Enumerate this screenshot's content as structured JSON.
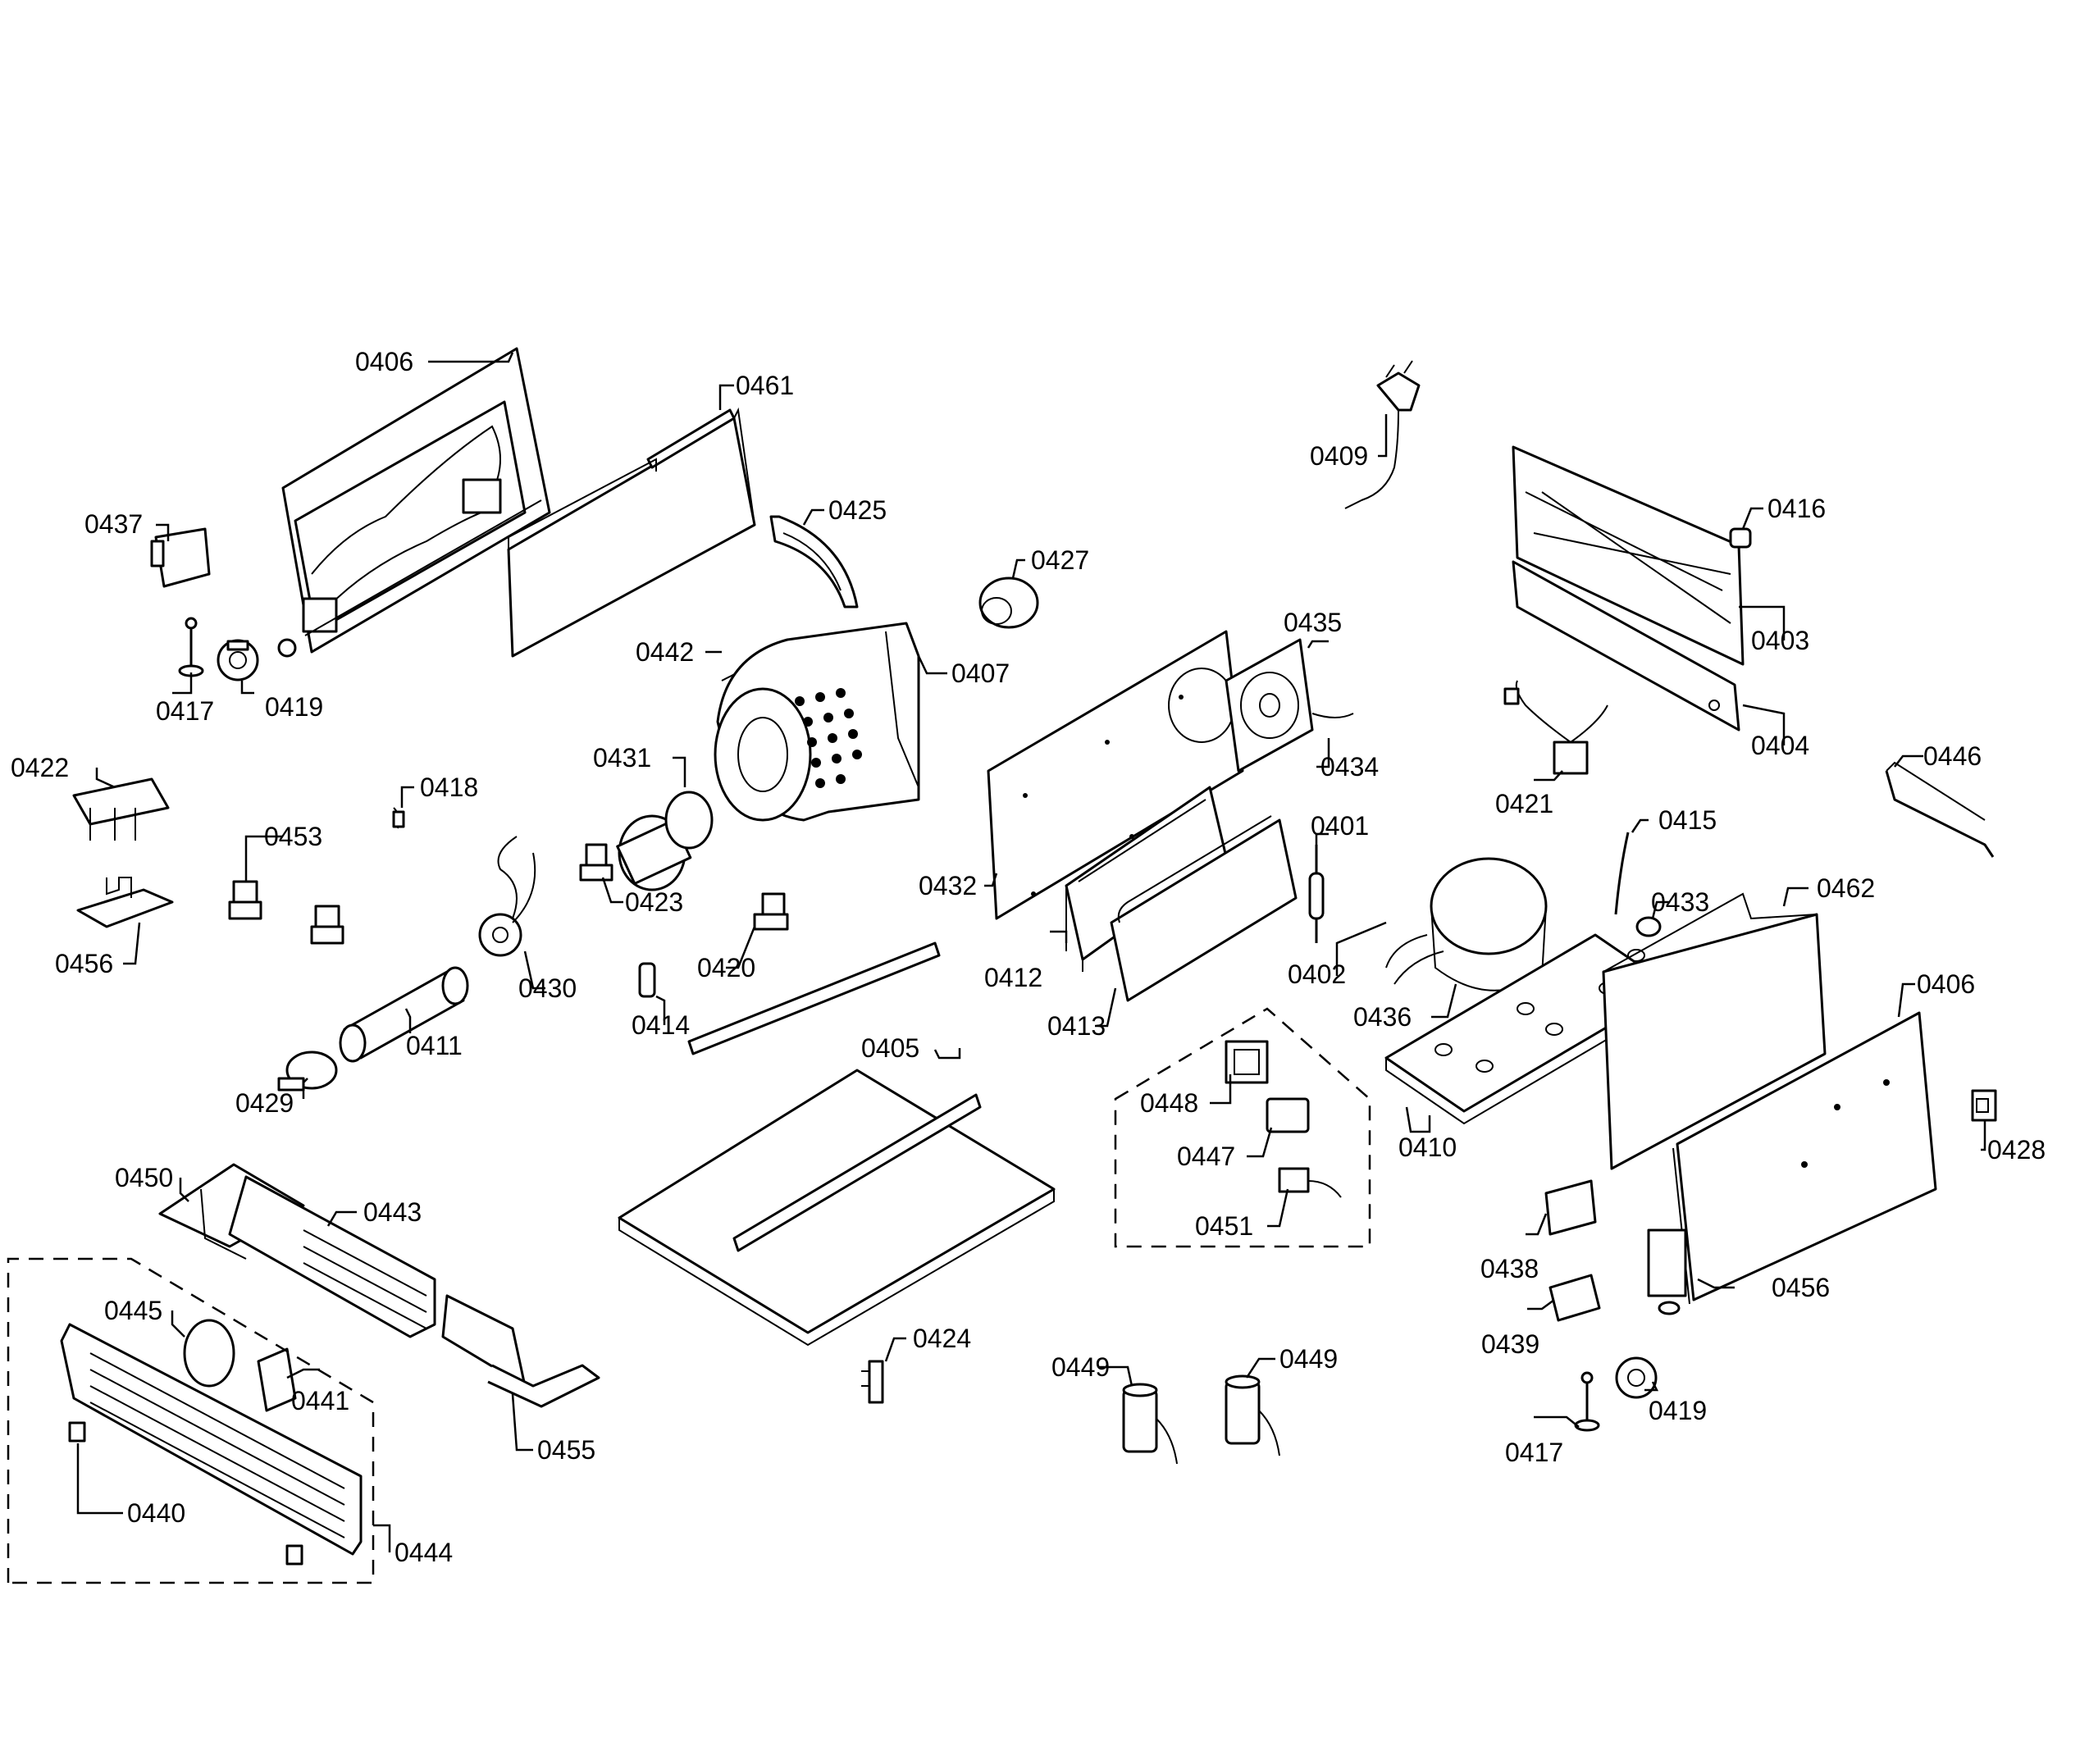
{
  "diagram": {
    "callouts": [
      {
        "id": "c0406a",
        "text": "0406"
      },
      {
        "id": "c0461",
        "text": "0461"
      },
      {
        "id": "c0425",
        "text": "0425"
      },
      {
        "id": "c0437",
        "text": "0437"
      },
      {
        "id": "c0417a",
        "text": "0417"
      },
      {
        "id": "c0419a",
        "text": "0419"
      },
      {
        "id": "c0427",
        "text": "0427"
      },
      {
        "id": "c0442",
        "text": "0442"
      },
      {
        "id": "c0407",
        "text": "0407"
      },
      {
        "id": "c0409",
        "text": "0409"
      },
      {
        "id": "c0416",
        "text": "0416"
      },
      {
        "id": "c0403",
        "text": "0403"
      },
      {
        "id": "c0404",
        "text": "0404"
      },
      {
        "id": "c0435",
        "text": "0435"
      },
      {
        "id": "c0434",
        "text": "0434"
      },
      {
        "id": "c0421",
        "text": "0421"
      },
      {
        "id": "c0446",
        "text": "0446"
      },
      {
        "id": "c0422",
        "text": "0422"
      },
      {
        "id": "c0418",
        "text": "0418"
      },
      {
        "id": "c0431",
        "text": "0431"
      },
      {
        "id": "c0453",
        "text": "0453"
      },
      {
        "id": "c0456a",
        "text": "0456"
      },
      {
        "id": "c0423",
        "text": "0423"
      },
      {
        "id": "c0430",
        "text": "0430"
      },
      {
        "id": "c0420",
        "text": "0420"
      },
      {
        "id": "c0414",
        "text": "0414"
      },
      {
        "id": "c0411",
        "text": "0411"
      },
      {
        "id": "c0429",
        "text": "0429"
      },
      {
        "id": "c0432",
        "text": "0432"
      },
      {
        "id": "c0412",
        "text": "0412"
      },
      {
        "id": "c0413",
        "text": "0413"
      },
      {
        "id": "c0401",
        "text": "0401"
      },
      {
        "id": "c0402",
        "text": "0402"
      },
      {
        "id": "c0415",
        "text": "0415"
      },
      {
        "id": "c0433",
        "text": "0433"
      },
      {
        "id": "c0462",
        "text": "0462"
      },
      {
        "id": "c0406b",
        "text": "0406"
      },
      {
        "id": "c0436",
        "text": "0436"
      },
      {
        "id": "c0405",
        "text": "0405"
      },
      {
        "id": "c0448",
        "text": "0448"
      },
      {
        "id": "c0447",
        "text": "0447"
      },
      {
        "id": "c0451",
        "text": "0451"
      },
      {
        "id": "c0410",
        "text": "0410"
      },
      {
        "id": "c0428",
        "text": "0428"
      },
      {
        "id": "c0450",
        "text": "0450"
      },
      {
        "id": "c0443",
        "text": "0443"
      },
      {
        "id": "c0438",
        "text": "0438"
      },
      {
        "id": "c0456b",
        "text": "0456"
      },
      {
        "id": "c0439",
        "text": "0439"
      },
      {
        "id": "c0445",
        "text": "0445"
      },
      {
        "id": "c0441",
        "text": "0441"
      },
      {
        "id": "c0455",
        "text": "0455"
      },
      {
        "id": "c0424",
        "text": "0424"
      },
      {
        "id": "c0449a",
        "text": "0449"
      },
      {
        "id": "c0449b",
        "text": "0449"
      },
      {
        "id": "c0417b",
        "text": "0417"
      },
      {
        "id": "c0419b",
        "text": "0419"
      },
      {
        "id": "c0440",
        "text": "0440"
      },
      {
        "id": "c0444",
        "text": "0444"
      }
    ]
  }
}
